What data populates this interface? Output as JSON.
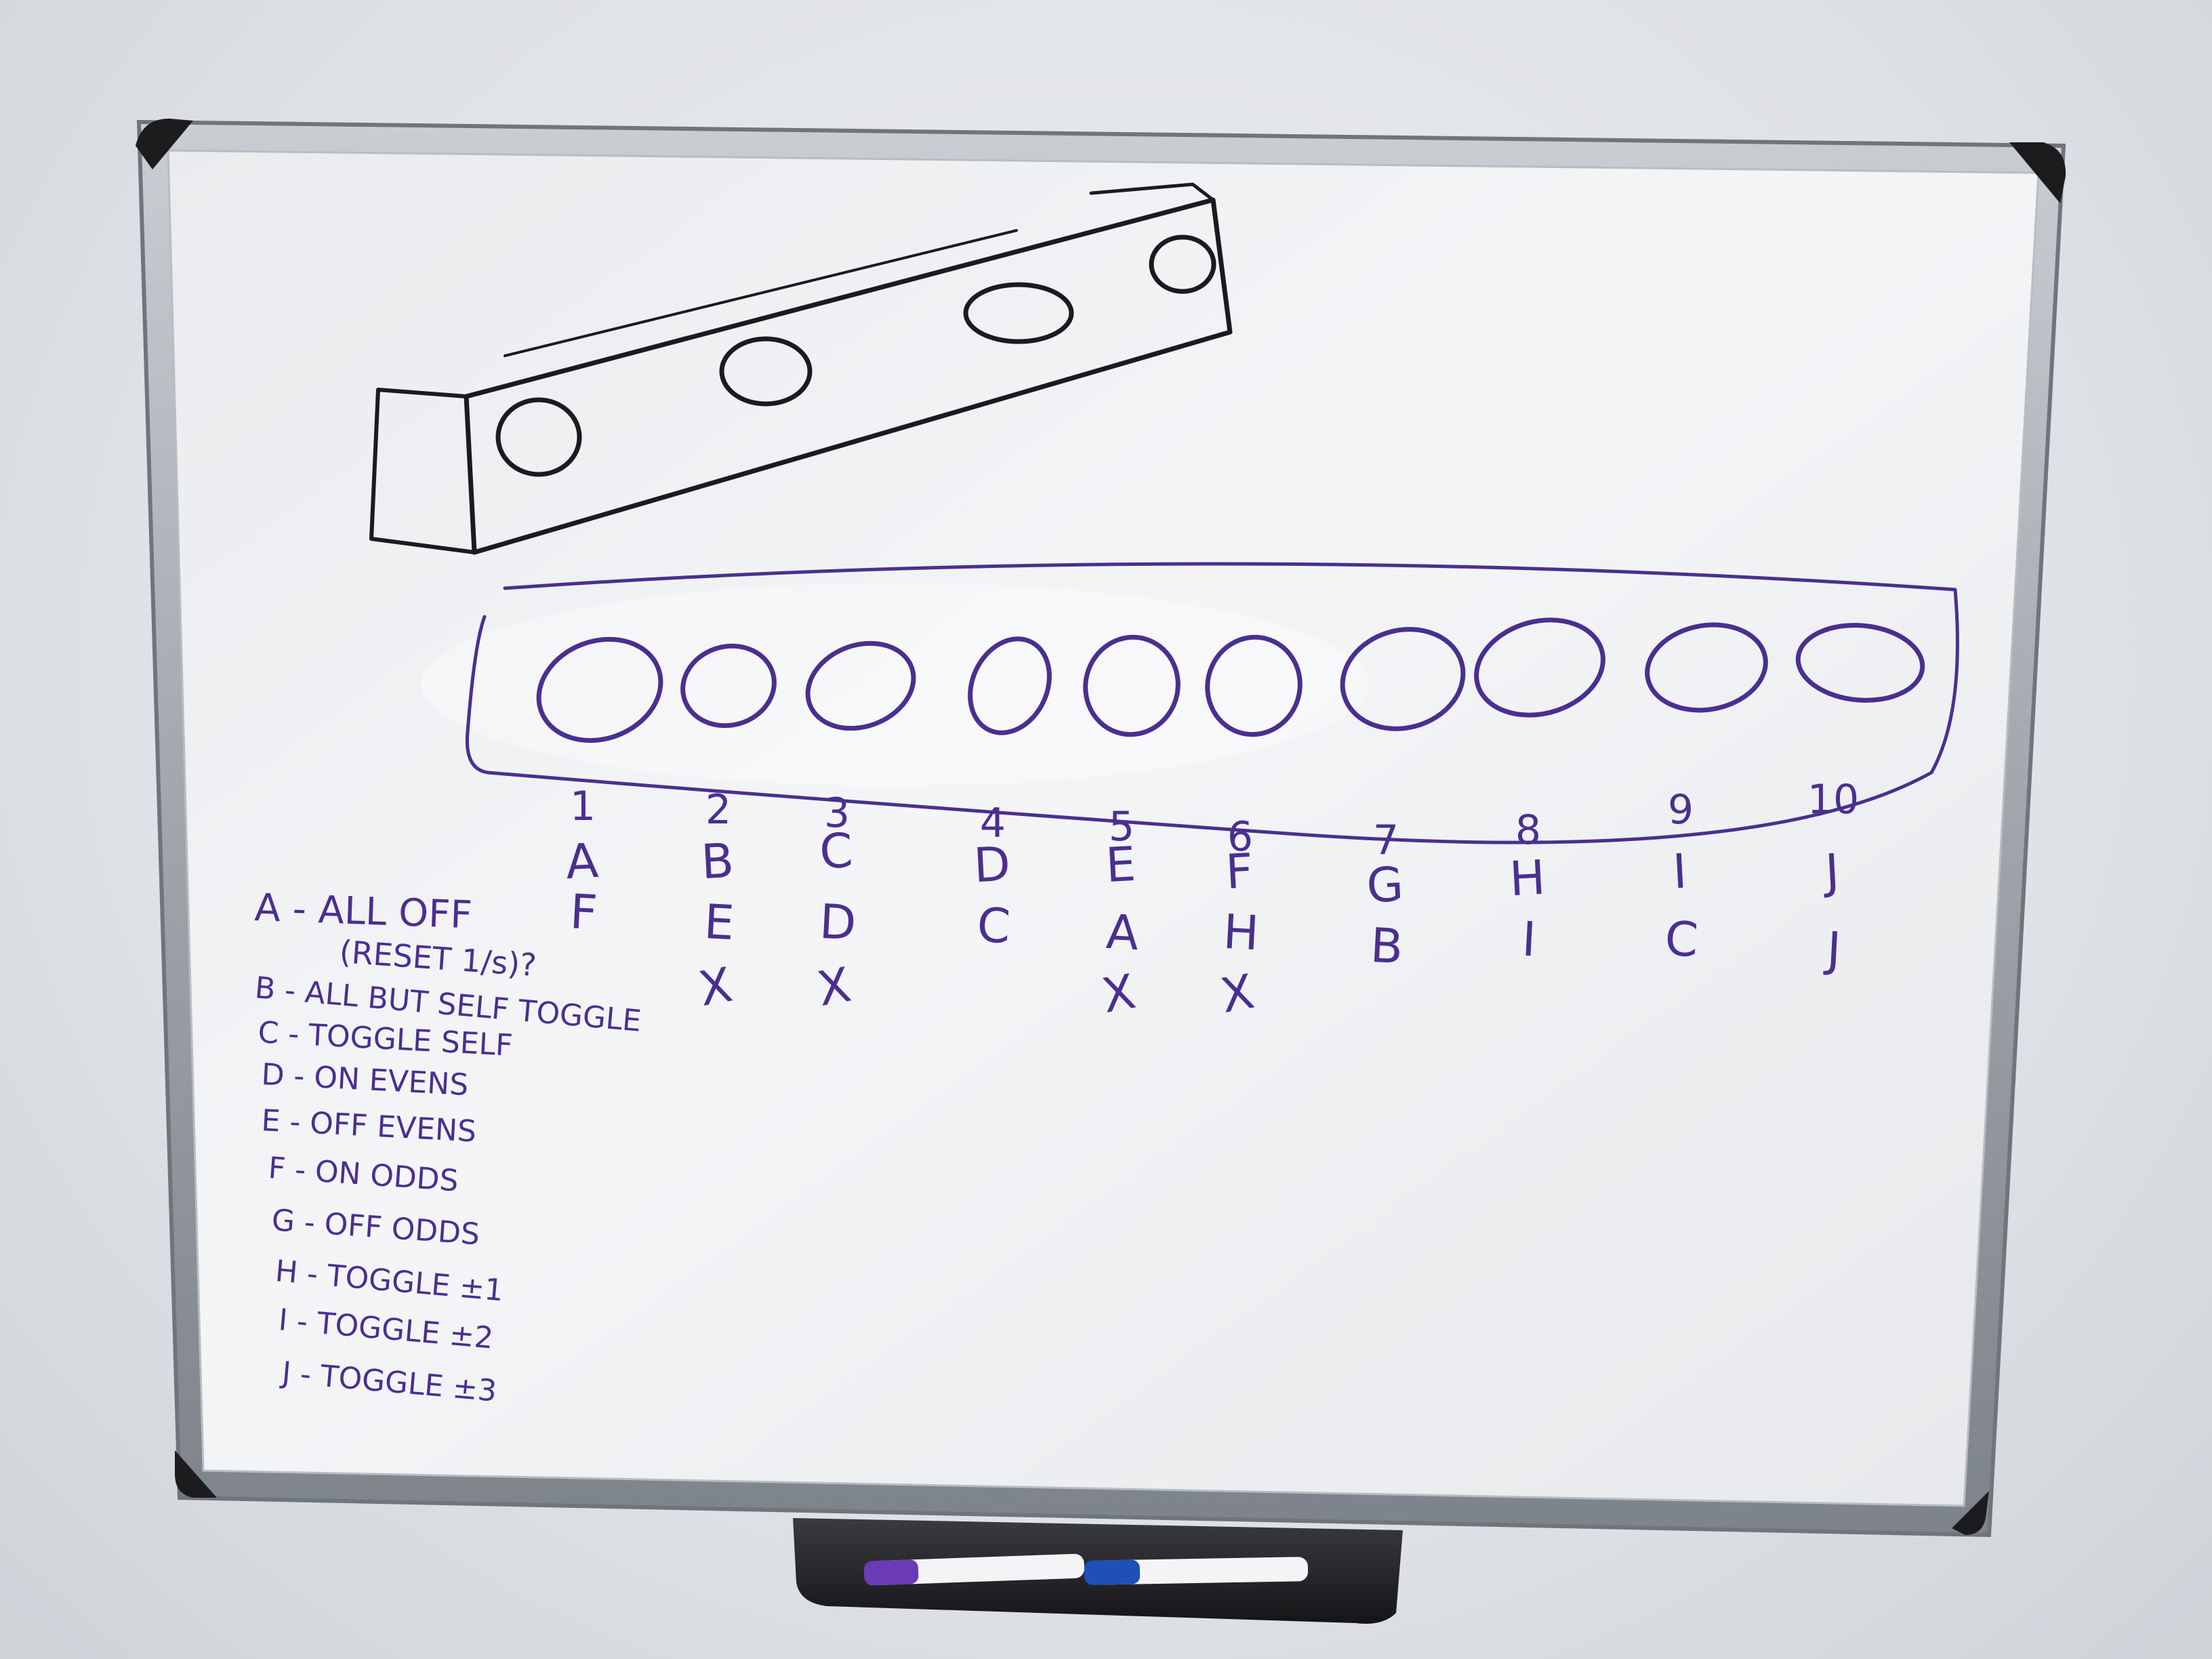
{
  "scene": {
    "description_label": "Whiteboard sketch",
    "ink_color": "#4a2f8f",
    "frame_color": "#a9aeb4",
    "board_color": "#f2f3f5"
  },
  "columns": [
    {
      "number": "1",
      "row1": "A",
      "row2": "F",
      "row3": ""
    },
    {
      "number": "2",
      "row1": "B",
      "row2": "E",
      "row3": "X"
    },
    {
      "number": "3",
      "row1": "C",
      "row2": "D",
      "row3": "X"
    },
    {
      "number": "4",
      "row1": "D",
      "row2": "C",
      "row3": ""
    },
    {
      "number": "5",
      "row1": "E",
      "row2": "A",
      "row3": "X"
    },
    {
      "number": "6",
      "row1": "F",
      "row2": "H",
      "row3": "X"
    },
    {
      "number": "7",
      "row1": "G",
      "row2": "B",
      "row3": ""
    },
    {
      "number": "8",
      "row1": "H",
      "row2": "I",
      "row3": ""
    },
    {
      "number": "9",
      "row1": "I",
      "row2": "C",
      "row3": ""
    },
    {
      "number": "10",
      "row1": "J",
      "row2": "J",
      "row3": ""
    }
  ],
  "legend": [
    {
      "text": "A - ALL OFF"
    },
    {
      "text": "(RESET 1/s)?"
    },
    {
      "text": "B - ALL BUT SELF TOGGLE"
    },
    {
      "text": "C - TOGGLE SELF"
    },
    {
      "text": "D - ON EVENS"
    },
    {
      "text": "E - OFF EVENS"
    },
    {
      "text": "F - ON ODDS"
    },
    {
      "text": "G - OFF ODDS"
    },
    {
      "text": "H - TOGGLE ±1"
    },
    {
      "text": "I - TOGGLE ±2"
    },
    {
      "text": "J - TOGGLE ±3"
    }
  ]
}
